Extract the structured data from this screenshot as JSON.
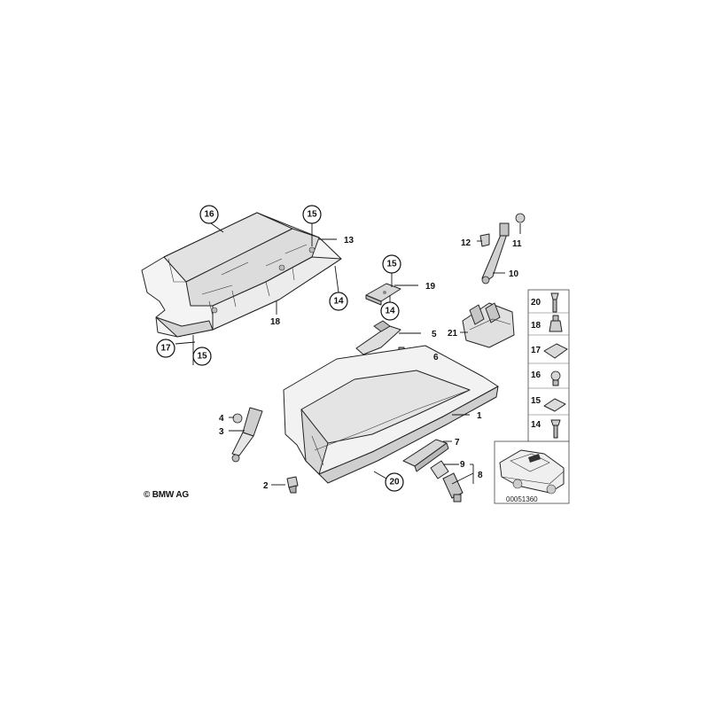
{
  "diagram": {
    "copyright": "© BMW AG",
    "reference_code": "00051360",
    "callouts": {
      "c1": "1",
      "c2": "2",
      "c3": "3",
      "c4": "4",
      "c5": "5",
      "c6": "6",
      "c7": "7",
      "c8": "8",
      "c9": "9",
      "c10": "10",
      "c11": "11",
      "c12": "12",
      "c13": "13",
      "c14a": "14",
      "c14b": "14",
      "c14c": "14",
      "c15a": "15",
      "c15b": "15",
      "c15c": "15",
      "c15d": "15",
      "c16a": "16",
      "c16b": "16",
      "c17a": "17",
      "c17b": "17",
      "c18a": "18",
      "c18b": "18",
      "c19": "19",
      "c20a": "20",
      "c20b": "20",
      "c21": "21"
    }
  }
}
